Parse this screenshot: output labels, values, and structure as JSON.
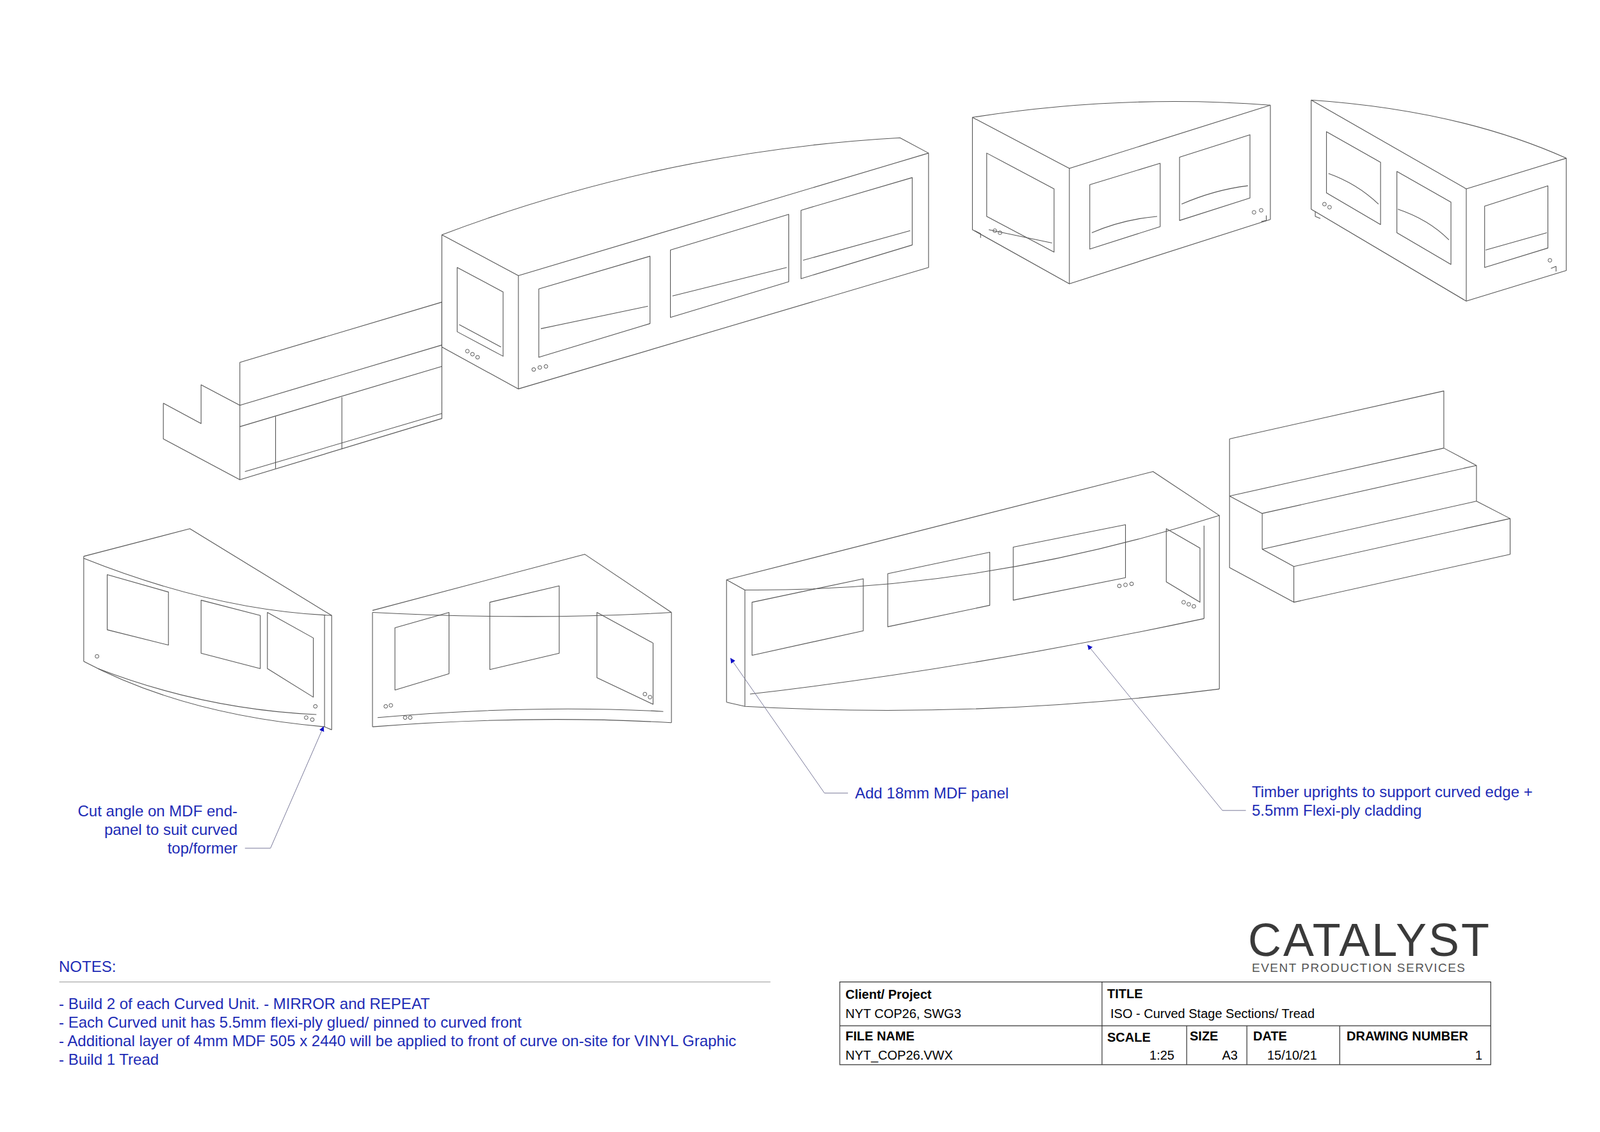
{
  "diagram": {
    "labels": [
      "Cut angle on MDF end-panel to suit curved top/former",
      "Add 18mm MDF panel",
      "Timber uprights to support curved edge + 5.5mm Flexi-ply cladding",
      "NOTES:",
      "- Build 2 of each Curved Unit. - MIRROR and REPEAT",
      "- Each Curved unit has 5.5mm flexi-ply glued/ pinned to curved front",
      "- Additional layer of 4mm MDF 505 x 2440 will be applied to front of curve on-site for VINYL Graphic",
      "- Build 1 Tread",
      "CATALYST",
      "EVENT PRODUCTION SERVICES",
      "Client/ Project",
      "NYT COP26, SWG3",
      "TITLE",
      "ISO - Curved Stage Sections/ Tread",
      "FILE NAME",
      "NYT_COP26.VWX",
      "SCALE",
      "1:25",
      "SIZE",
      "A3",
      "DATE",
      "15/10/21",
      "DRAWING NUMBER",
      "1"
    ]
  }
}
